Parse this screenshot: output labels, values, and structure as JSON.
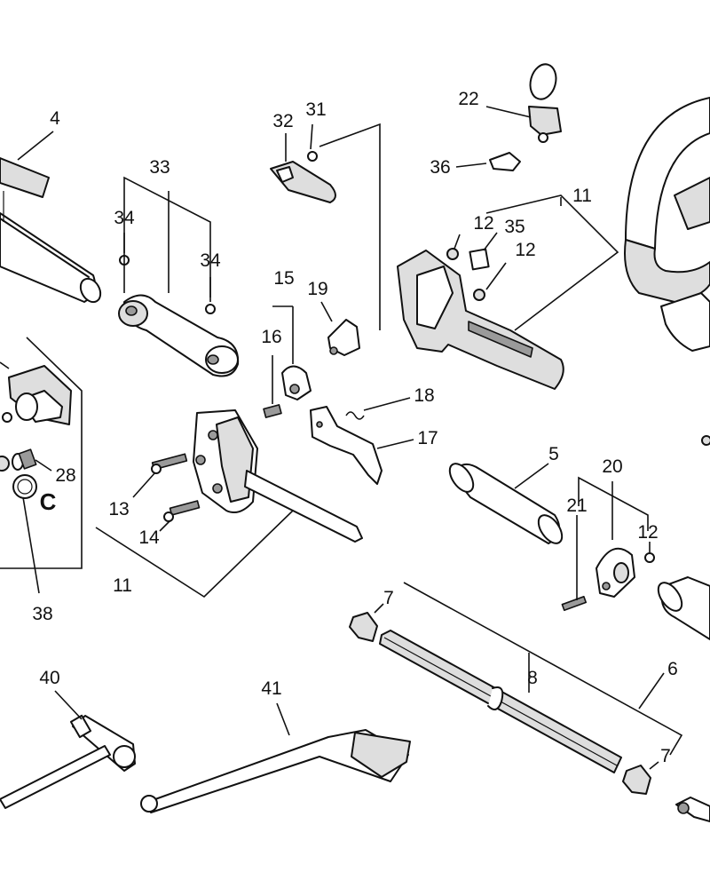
{
  "labels": {
    "l4": "4",
    "l32": "32",
    "l31": "31",
    "l22": "22",
    "l36": "36",
    "l33": "33",
    "l34a": "34",
    "l34b": "34",
    "l11a": "11",
    "l12a": "12",
    "l35": "35",
    "l12b": "12",
    "l15": "15",
    "l19": "19",
    "l16": "16",
    "l18": "18",
    "l17": "17",
    "l28": "28",
    "lC": "C",
    "l13": "13",
    "l14": "14",
    "l11b": "11",
    "l38": "38",
    "l5": "5",
    "l20": "20",
    "l21": "21",
    "l12c": "12",
    "l7a": "7",
    "l8": "8",
    "l6": "6",
    "l7b": "7",
    "l40": "40",
    "l41": "41"
  }
}
